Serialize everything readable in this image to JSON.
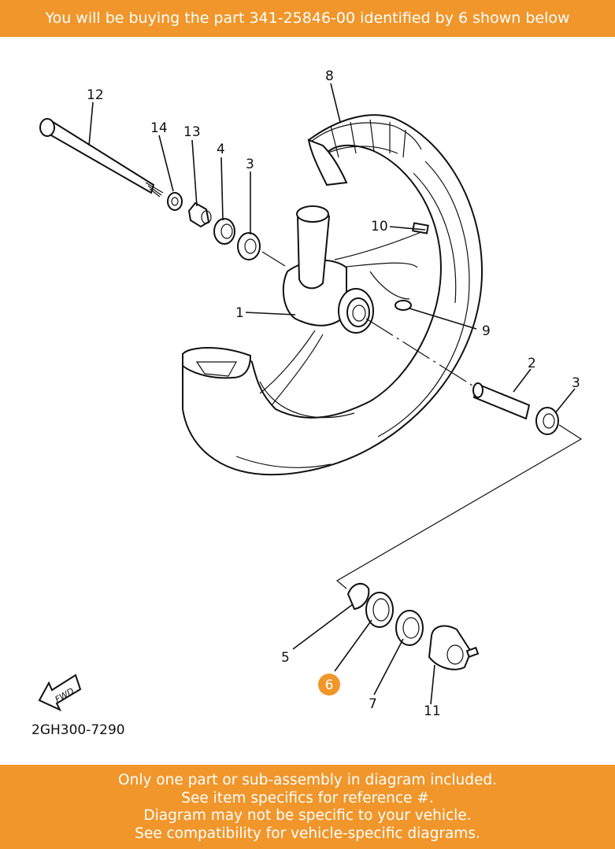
{
  "header": {
    "text": "You will be buying the part 341-25846-00 identified by 6 shown below"
  },
  "diagram": {
    "callouts": [
      "12",
      "14",
      "13",
      "4",
      "3",
      "8",
      "10",
      "1",
      "9",
      "2",
      "3",
      "5",
      "6",
      "7",
      "11"
    ],
    "highlighted_callout": "6",
    "code": "2GH300-7290",
    "fwd_label": "FWD",
    "highlight_color": "#f0962b"
  },
  "footer": {
    "lines": [
      "Only one part or sub-assembly in diagram included.",
      "See item specifics for reference #.",
      "Diagram may not be specific to your vehicle.",
      "See compatibility for vehicle-specific diagrams."
    ]
  }
}
